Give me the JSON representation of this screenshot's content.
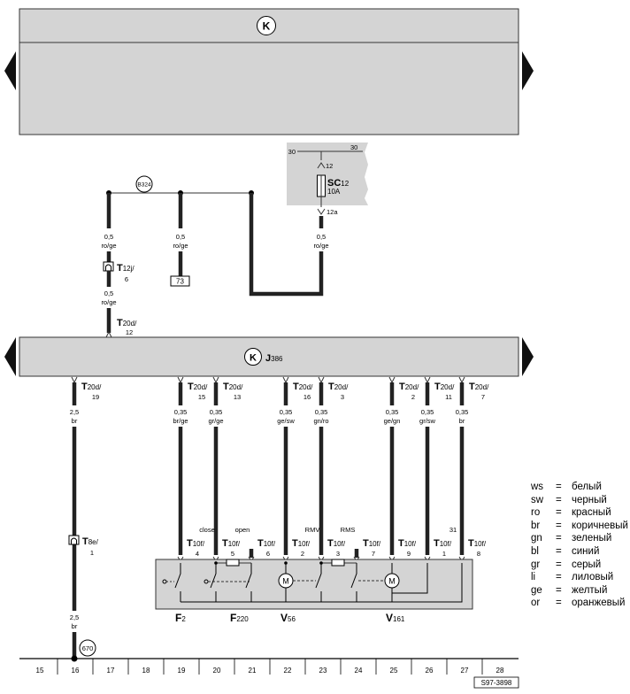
{
  "control_unit_symbol": "K",
  "fuse": {
    "code": "SC",
    "index": "12",
    "rating": "10A",
    "bus_left": "30",
    "bus_right": "30",
    "pin_in": "12",
    "pin_out": "12a"
  },
  "connector_point": "B324",
  "reference_box": "73",
  "ground_ref": "670",
  "top_wires": [
    {
      "cs": "0,5",
      "color": "ro/ge"
    },
    {
      "cs": "0,5",
      "color": "ro/ge"
    },
    {
      "cs": "0,5",
      "color": "ro/ge"
    },
    {
      "cs": "0,5",
      "color": "ro/ge"
    }
  ],
  "t12j": {
    "code": "T",
    "sub": "12j/",
    "pin": "6"
  },
  "t20d_top": {
    "code": "T",
    "sub": "20d/",
    "pin": "12"
  },
  "module": {
    "code": "J",
    "sub": "386"
  },
  "pin_connectors": [
    {
      "code": "T",
      "sub": "20d/",
      "pin": "19"
    },
    {
      "code": "T",
      "sub": "20d/",
      "pin": "15"
    },
    {
      "code": "T",
      "sub": "20d/",
      "pin": "13"
    },
    {
      "code": "T",
      "sub": "20d/",
      "pin": "16"
    },
    {
      "code": "T",
      "sub": "20d/",
      "pin": "3"
    },
    {
      "code": "T",
      "sub": "20d/",
      "pin": "2"
    },
    {
      "code": "T",
      "sub": "20d/",
      "pin": "11"
    },
    {
      "code": "T",
      "sub": "20d/",
      "pin": "7"
    }
  ],
  "wires": [
    {
      "cs": "2,5",
      "color": "br"
    },
    {
      "cs": "0,35",
      "color": "br/ge"
    },
    {
      "cs": "0,35",
      "color": "gr/ge"
    },
    {
      "cs": "0,35",
      "color": "ge/sw"
    },
    {
      "cs": "0,35",
      "color": "gn/ro"
    },
    {
      "cs": "0,35",
      "color": "ge/gn"
    },
    {
      "cs": "0,35",
      "color": "gr/sw"
    },
    {
      "cs": "0,35",
      "color": "br"
    }
  ],
  "t8e": {
    "code": "T",
    "sub": "8e/",
    "pin": "1"
  },
  "lower_wire": {
    "cs": "2,5",
    "color": "br"
  },
  "t10_connectors": [
    {
      "code": "T",
      "sub": "10f/",
      "pin": "4",
      "label": ""
    },
    {
      "code": "T",
      "sub": "10f/",
      "pin": "5",
      "label": "close"
    },
    {
      "code": "T",
      "sub": "10f/",
      "pin": "6",
      "label": "open"
    },
    {
      "code": "T",
      "sub": "10f/",
      "pin": "2",
      "label": ""
    },
    {
      "code": "T",
      "sub": "10f/",
      "pin": "3",
      "label": "RMV"
    },
    {
      "code": "T",
      "sub": "10f/",
      "pin": "7",
      "label": "RMS"
    },
    {
      "code": "T",
      "sub": "10f/",
      "pin": "9",
      "label": ""
    },
    {
      "code": "T",
      "sub": "10f/",
      "pin": "1",
      "label": ""
    },
    {
      "code": "T",
      "sub": "10f/",
      "pin": "8",
      "label": "31"
    }
  ],
  "components": [
    {
      "code": "F",
      "sub": "2"
    },
    {
      "code": "F",
      "sub": "220"
    },
    {
      "code": "V",
      "sub": "56"
    },
    {
      "code": "V",
      "sub": "161"
    }
  ],
  "motor_symbol": "M",
  "current_tracks": [
    "15",
    "16",
    "17",
    "18",
    "19",
    "20",
    "21",
    "22",
    "23",
    "24",
    "25",
    "26",
    "27",
    "28"
  ],
  "diagram_id": "S97-3898",
  "legend": [
    {
      "code": "ws",
      "eq": "=",
      "name": "белый"
    },
    {
      "code": "sw",
      "eq": "=",
      "name": "черный"
    },
    {
      "code": "ro",
      "eq": "=",
      "name": "красный"
    },
    {
      "code": "br",
      "eq": "=",
      "name": "коричневый"
    },
    {
      "code": "gn",
      "eq": "=",
      "name": "зеленый"
    },
    {
      "code": "bl",
      "eq": "=",
      "name": "синий"
    },
    {
      "code": "gr",
      "eq": "=",
      "name": "серый"
    },
    {
      "code": "li",
      "eq": "=",
      "name": "лиловый"
    },
    {
      "code": "ge",
      "eq": "=",
      "name": "желтый"
    },
    {
      "code": "or",
      "eq": "=",
      "name": "оранжевый"
    }
  ]
}
